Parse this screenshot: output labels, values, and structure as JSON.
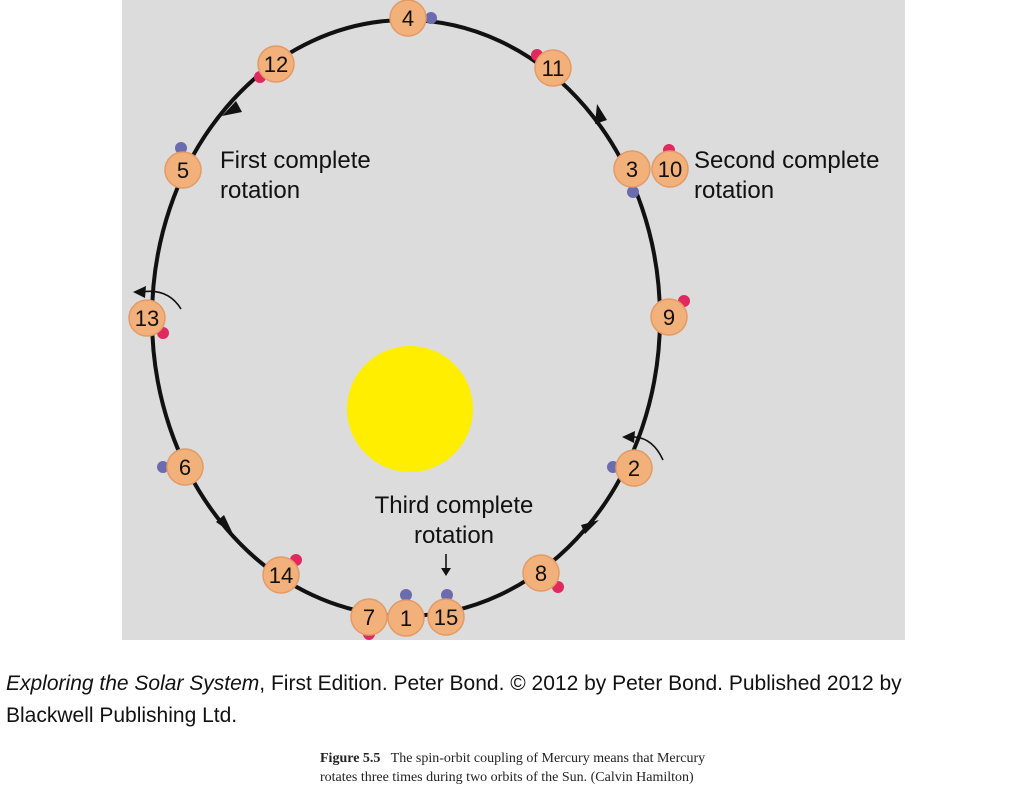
{
  "diagram": {
    "background_color": "#dcdcdc",
    "orbit_color": "#111111",
    "planet_color": "#f2b07a",
    "planet_outline": "#e39a66",
    "sun_color": "#ffee00",
    "marker_blue": "#6b6bb0",
    "marker_red": "#e0295f",
    "labels": {
      "first_line1": "First complete",
      "first_line2": "rotation",
      "second_line1": "Second complete",
      "second_line2": "rotation",
      "third_line1": "Third complete",
      "third_line2": "rotation"
    },
    "positions": [
      {
        "number": "1",
        "marker": "blue"
      },
      {
        "number": "2",
        "marker": "blue"
      },
      {
        "number": "3",
        "marker": "blue"
      },
      {
        "number": "4",
        "marker": "blue"
      },
      {
        "number": "5",
        "marker": "blue"
      },
      {
        "number": "6",
        "marker": "blue"
      },
      {
        "number": "7",
        "marker": "red"
      },
      {
        "number": "8",
        "marker": "red"
      },
      {
        "number": "9",
        "marker": "red"
      },
      {
        "number": "10",
        "marker": "red"
      },
      {
        "number": "11",
        "marker": "red"
      },
      {
        "number": "12",
        "marker": "red"
      },
      {
        "number": "13",
        "marker": "red"
      },
      {
        "number": "14",
        "marker": "red"
      },
      {
        "number": "15",
        "marker": "blue"
      }
    ]
  },
  "credit": {
    "book_title": "Exploring the Solar System",
    "rest_line1": ", First Edition. Peter Bond. © 2012 by Peter Bond. Published 2012 by",
    "line2": "Blackwell Publishing Ltd."
  },
  "caption": {
    "label": "Figure 5.5",
    "text": "The spin-orbit coupling of Mercury means that Mercury rotates three times during two orbits of the Sun. (Calvin Hamilton)"
  }
}
